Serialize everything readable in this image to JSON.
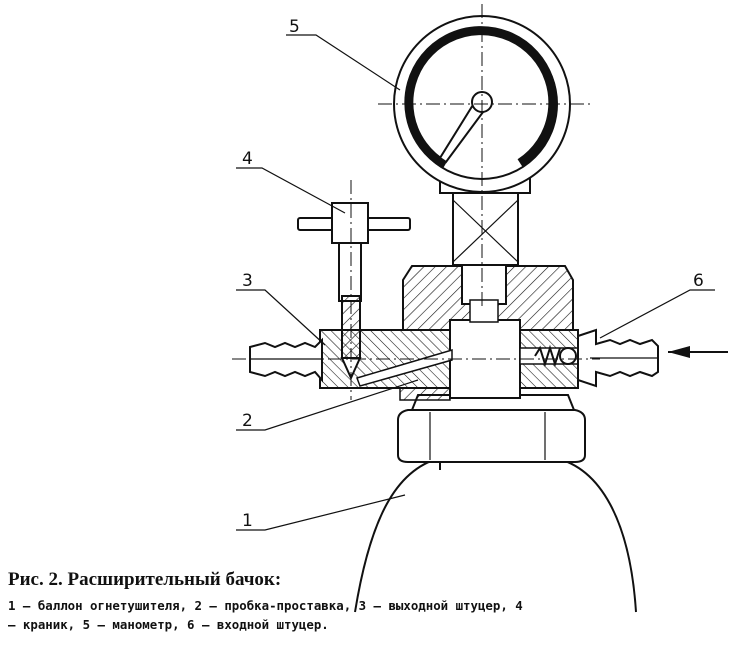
{
  "callouts": [
    "1",
    "2",
    "3",
    "4",
    "5",
    "6"
  ],
  "caption": {
    "title": "Рис. 2. Расширительный бачок:",
    "body": "1 – баллон огнетушителя, 2 – пробка-проставка, 3 – выходной штуцер, 4 – краник, 5 – манометр, 6 – входной штуцер."
  }
}
